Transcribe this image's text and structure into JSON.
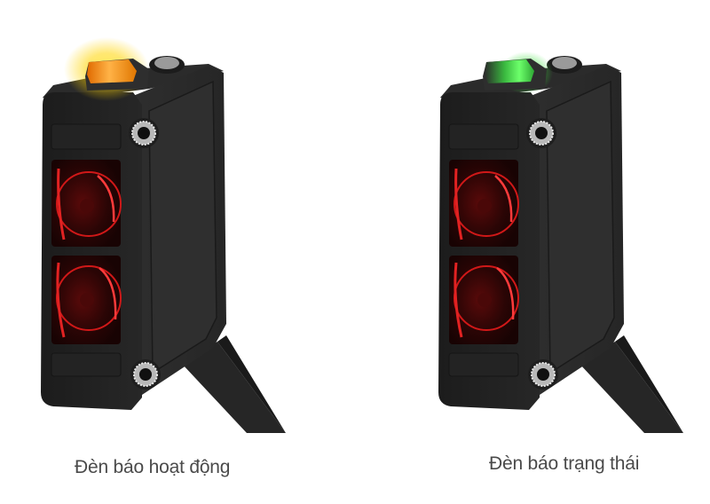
{
  "figure": {
    "sensors": [
      {
        "id": "left",
        "caption": "Đèn báo hoạt động",
        "indicator_color": "#ffa41c",
        "indicator_glow": "#ffe000"
      },
      {
        "id": "right",
        "caption": "Đèn báo trạng thái",
        "indicator_color": "#3dd64a",
        "indicator_glow": "#7cff6a"
      }
    ],
    "colors": {
      "background": "#ffffff",
      "body": "#2a2a2a",
      "lens": "#c81414",
      "caption_text": "#4a4a4a"
    }
  }
}
